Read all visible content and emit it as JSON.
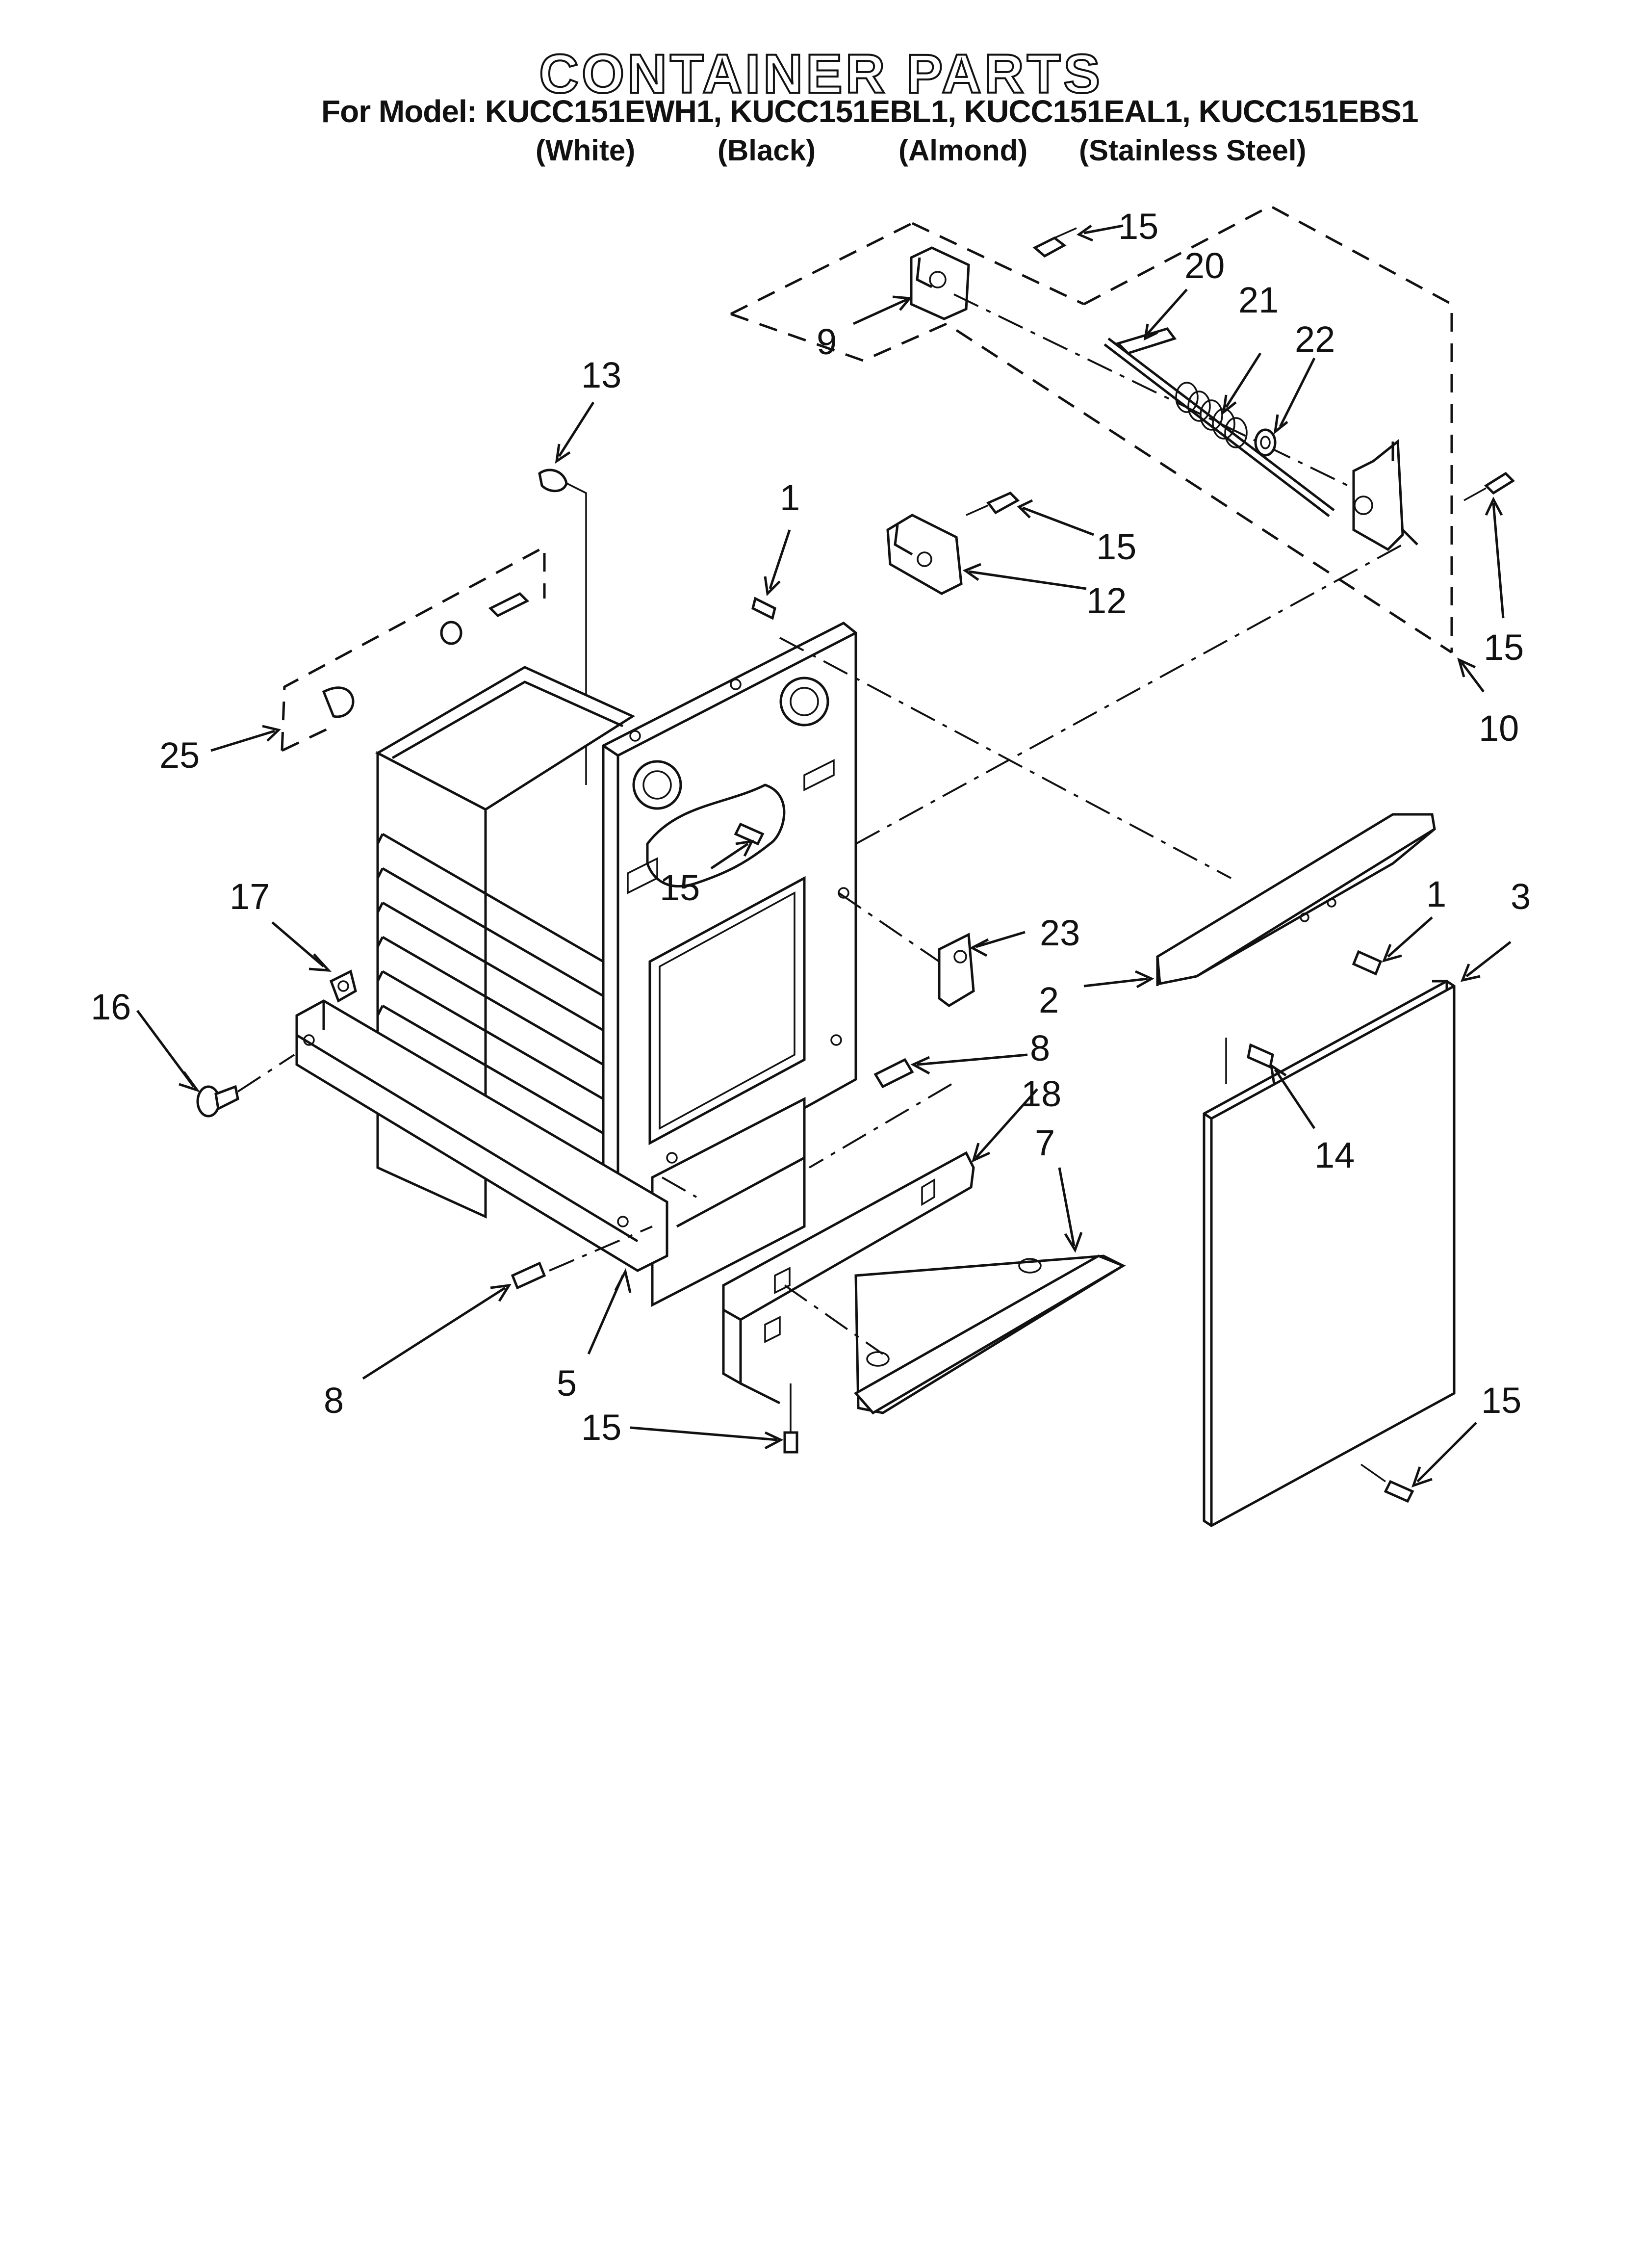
{
  "header": {
    "title": "CONTAINER PARTS",
    "model_line": "For Model: KUCC151EWH1, KUCC151EBL1, KUCC151EAL1, KUCC151EBS1",
    "color_labels": [
      "(White)",
      "(Black)",
      "(Almond)",
      "(Stainless Steel)"
    ]
  },
  "callouts": [
    "15",
    "20",
    "21",
    "22",
    "9",
    "13",
    "1",
    "15",
    "12",
    "15",
    "10",
    "25",
    "15",
    "1",
    "3",
    "17",
    "23",
    "16",
    "2",
    "8",
    "14",
    "18",
    "7",
    "8",
    "5",
    "15",
    "15"
  ]
}
